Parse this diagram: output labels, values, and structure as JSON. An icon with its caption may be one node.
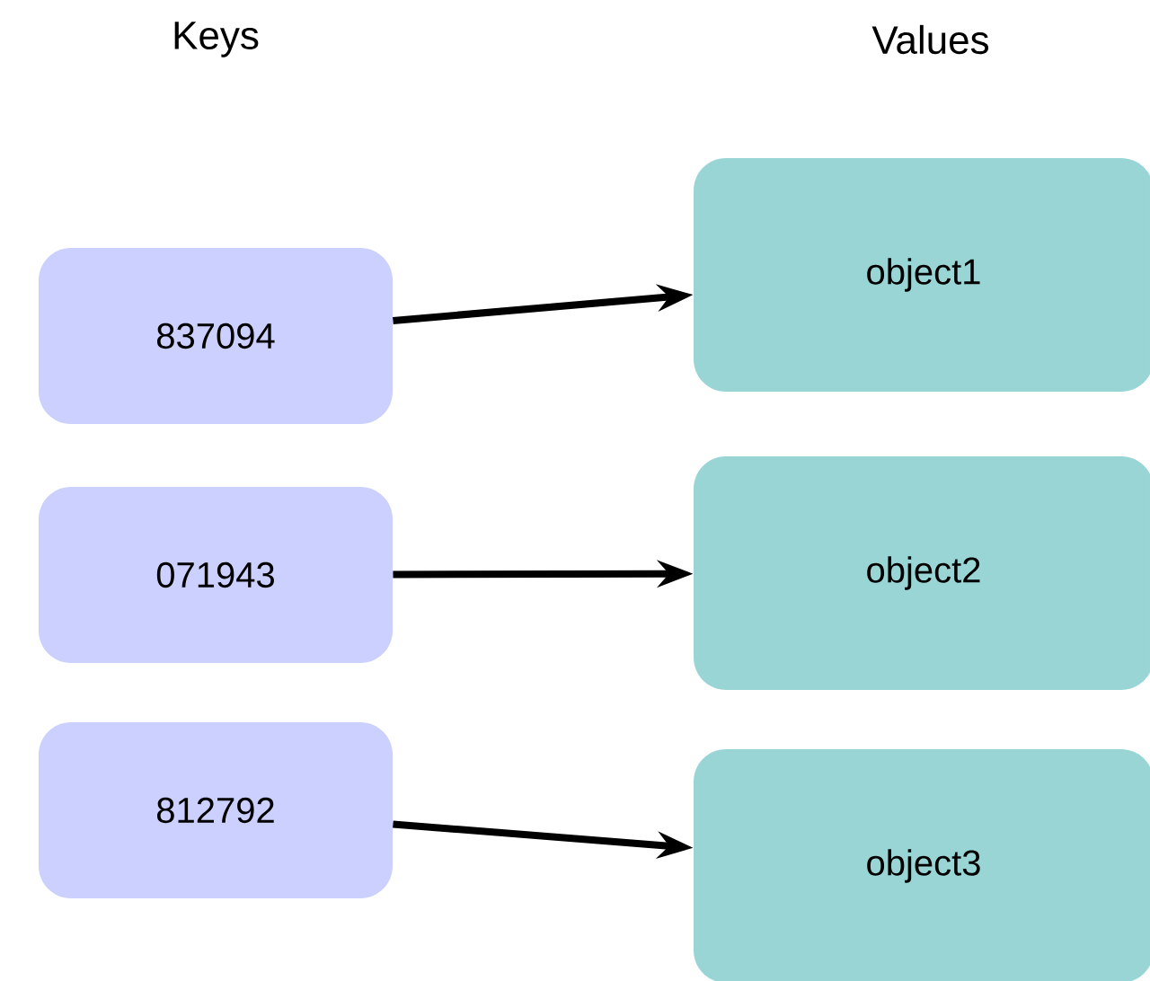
{
  "diagram": {
    "nodes": [
      {
        "text": [
          "837094"
        ]
      },
      {
        "text": [
          "071943"
        ]
      },
      {
        "text": [
          "812792"
        ]
      },
      {
        "text": [
          "object1"
        ]
      },
      {
        "text": [
          "object2"
        ]
      },
      {
        "text": [
          "object3"
        ]
      }
    ],
    "edges": [
      {
        "from": 0,
        "to": 3,
        "arrow": "to"
      },
      {
        "from": 1,
        "to": 4,
        "arrow": "to"
      },
      {
        "from": 2,
        "to": 5,
        "arrow": "to"
      }
    ],
    "labels": [
      "Keys",
      "Values"
    ]
  }
}
